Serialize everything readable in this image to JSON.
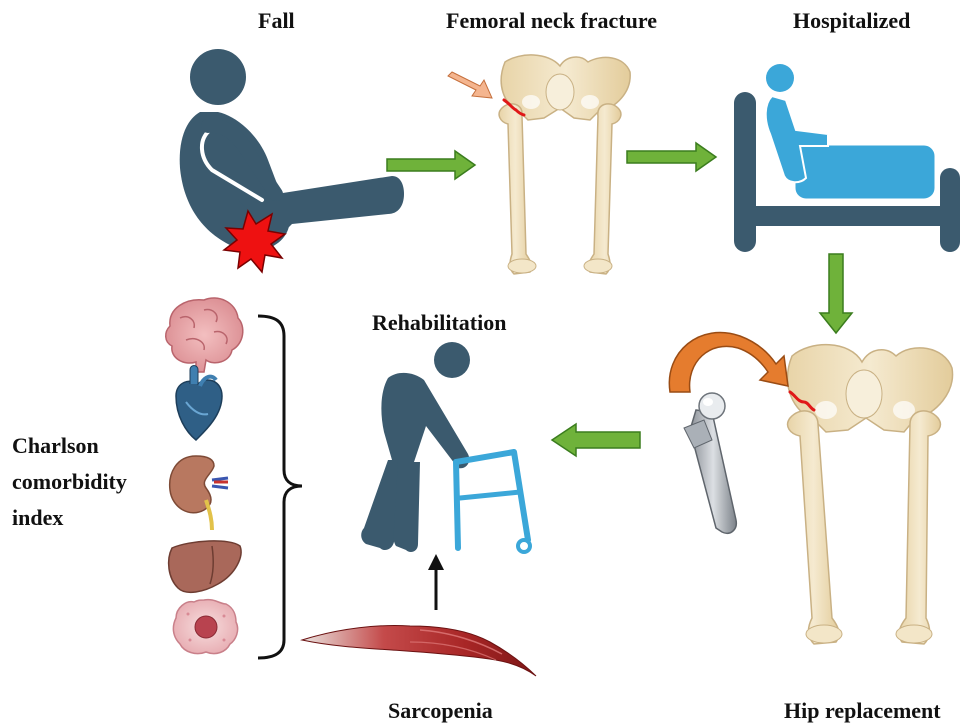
{
  "stages": {
    "fall": "Fall",
    "fracture": "Femoral neck fracture",
    "hospitalized": "Hospitalized",
    "rehabilitation": "Rehabilitation",
    "sarcopenia": "Sarcopenia",
    "hip_replacement": "Hip replacement"
  },
  "charlson": {
    "lines": [
      "Charlson",
      "comorbidity",
      "index"
    ],
    "organs": [
      "brain-icon",
      "heart-icon",
      "kidney-icon",
      "liver-icon",
      "tumor-cell-icon"
    ]
  },
  "colors": {
    "figure": "#3b5a6e",
    "bed_blue": "#3ba7d9",
    "bone": "#efdfb9",
    "arrow_green": "#6fb23a",
    "arrow_orange": "#e57c2e",
    "fracture_red": "#e01818",
    "impact_red": "#ee1111"
  }
}
